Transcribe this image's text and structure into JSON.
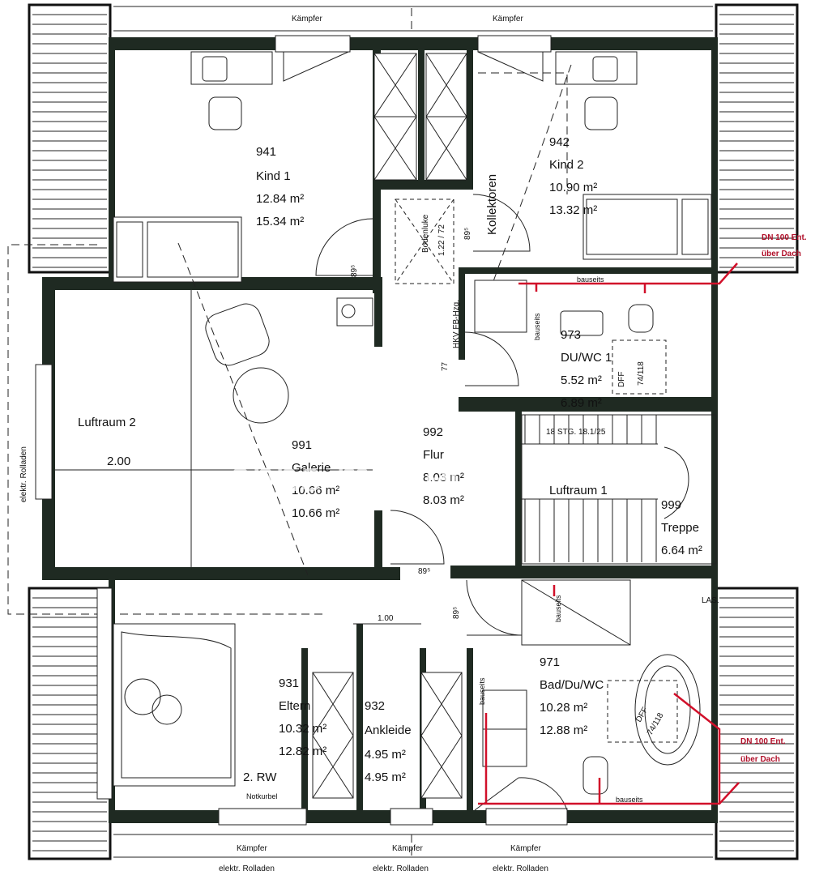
{
  "labels": {
    "kaempfer": "Kämpfer",
    "rolladen": "elektr. Rolladen",
    "rolladen_side": "elektr. Rolladen"
  },
  "rooms": {
    "r941": {
      "num": "941",
      "name": "Kind 1",
      "a1": "12.84 m²",
      "a2": "15.34 m²"
    },
    "r942": {
      "num": "942",
      "name": "Kind 2",
      "a1": "10.90 m²",
      "a2": "13.32 m²"
    },
    "r973": {
      "num": "973",
      "name": "DU/WC 1",
      "a1": "5.52 m²",
      "a2": "6.89 m²"
    },
    "r991": {
      "num": "991",
      "name": "Galerie",
      "a1": "10.66 m²",
      "a2": "10.66 m²"
    },
    "r992": {
      "num": "992",
      "name": "Flur",
      "a1": "8.03 m²",
      "a2": "8.03 m²"
    },
    "r999": {
      "num": "999",
      "name": "Treppe",
      "a1": "6.64 m²"
    },
    "r931": {
      "num": "931",
      "name": "Eltern",
      "a1": "10.32 m²",
      "a2": "12.82 m²"
    },
    "r932": {
      "num": "932",
      "name": "Ankleide",
      "a1": "4.95 m²",
      "a2": "4.95 m²"
    },
    "r971": {
      "num": "971",
      "name": "Bad/Du/WC",
      "a1": "10.28 m²",
      "a2": "12.88 m²"
    }
  },
  "luftraum2": {
    "name": "Luftraum 2",
    "dim": "2.00"
  },
  "luftraum1": "Luftraum 1",
  "stairs": "18 STG. 18.1/25",
  "misc": {
    "kollektoren": "Kollektoren",
    "bodenluke": "Bodenluke",
    "bodenluke_dim": "1.22 / 72",
    "hkv": "HKV FB-Hzg.",
    "d89": "89⁵",
    "d77": "77",
    "d100": "1.00",
    "dff1": "DFF",
    "dff1_dim": "74/118",
    "dff2": "DFF",
    "dff2_dim": "74/118",
    "bauseits": "bauseits",
    "las": "LAS.",
    "rw": "2. RW",
    "notkurbel": "Notkurbel"
  },
  "dn100_top": [
    "DN 100 Ent.",
    "über Dach"
  ],
  "dn100_bottom": [
    "DN 100 Ent.",
    "über Dach"
  ],
  "watermark": "ohne-makler",
  "colors": {
    "wall": "#1f2a22",
    "pipe": "#d1102a",
    "pipe_text": "#b0102a"
  }
}
